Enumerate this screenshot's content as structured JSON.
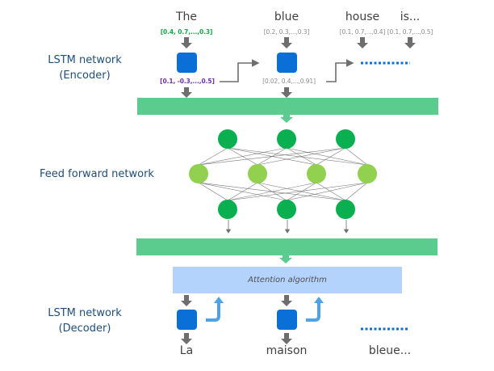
{
  "labels": {
    "encoder": [
      "LSTM network",
      "(Encoder)"
    ],
    "ffn": "Feed forward network",
    "decoder": [
      "LSTM network",
      "(Decoder)"
    ],
    "attention": "Attention algorithm"
  },
  "encoder": {
    "inputs": [
      {
        "word": "The",
        "vector": "[0.4, 0.7,...,0.3]",
        "highlight": "green"
      },
      {
        "word": "blue",
        "vector": "[0.2, 0.3,...,0.3]",
        "highlight": "gray"
      },
      {
        "word": "house",
        "vector": "[0.1, 0.7,...,0.4]",
        "highlight": "gray"
      },
      {
        "word": "is...",
        "vector": "[0.1, 0.7,...,0.5]",
        "highlight": "gray"
      }
    ],
    "hidden_states": [
      {
        "vector": "[0.1, -0.3,...,0.5]",
        "highlight": "purple"
      },
      {
        "vector": "[0.02, 0.4,...,0.91]",
        "highlight": "gray"
      }
    ]
  },
  "ffn": {
    "layers": [
      3,
      4,
      3
    ]
  },
  "decoder": {
    "outputs": [
      "La",
      "maison",
      "bleue..."
    ]
  },
  "colors": {
    "lstm_cell": "#0a6fd6",
    "green_bar": "#5ccb8e",
    "node_dark": "#0aaf50",
    "node_light": "#92d050",
    "attention": "#b4d3fc",
    "arrow_gray": "#6e6e6e",
    "arrow_blue": "#4ea3e6",
    "label_text": "#1f4e79"
  }
}
